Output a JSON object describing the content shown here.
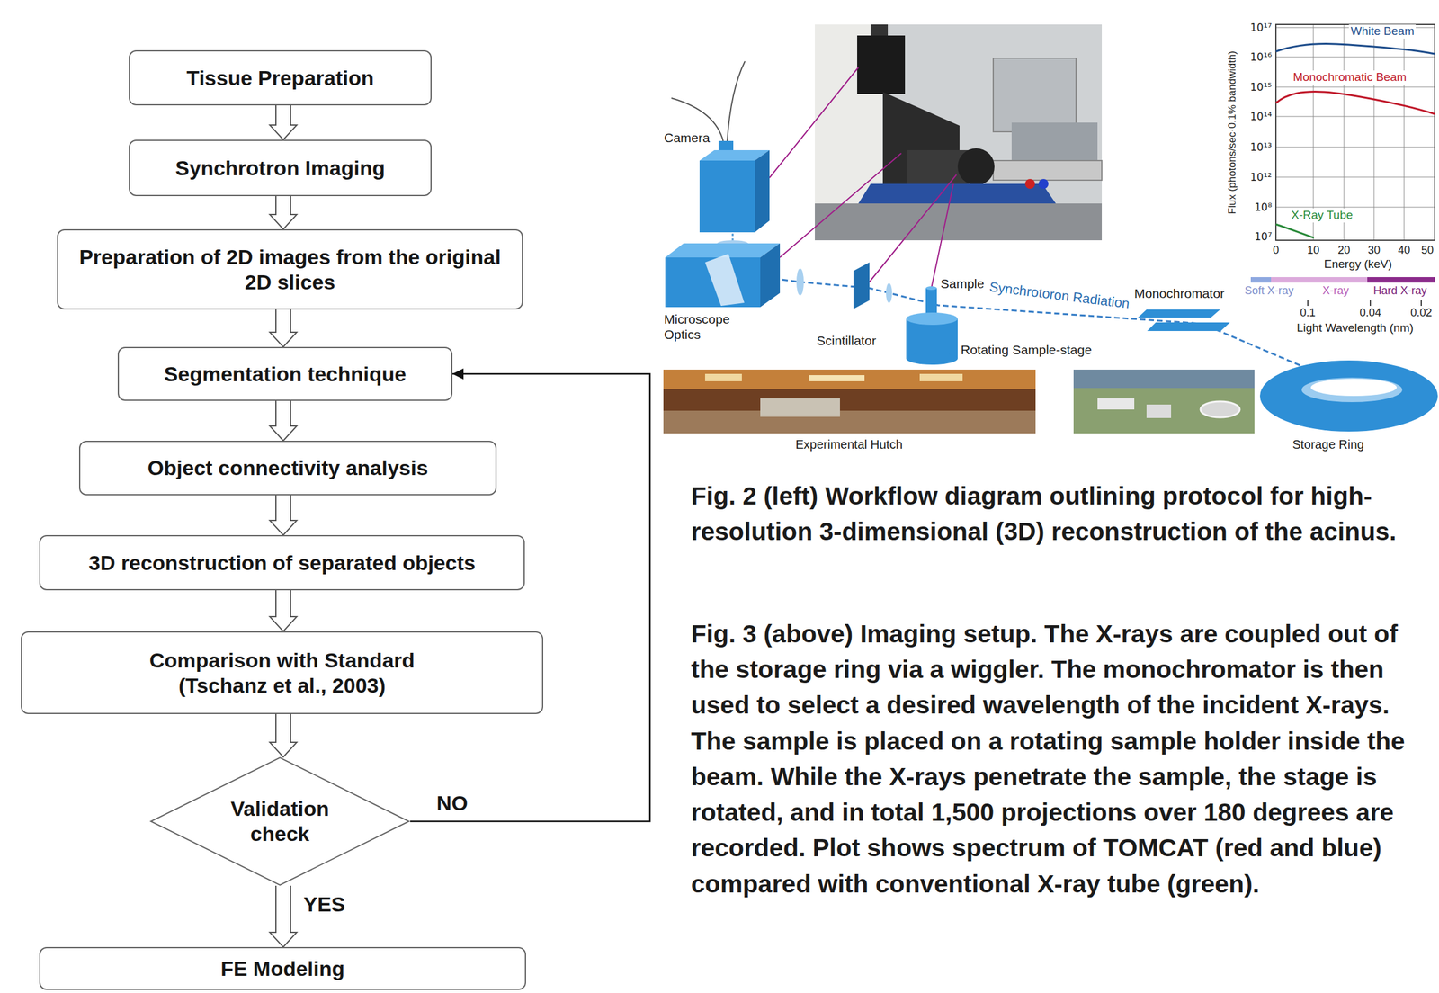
{
  "diagram": {
    "nodes": [
      {
        "text": [
          "Tissue Preparation"
        ]
      },
      {
        "text": [
          "Synchrotron Imaging"
        ]
      },
      {
        "text": [
          "Preparation of 2D images from the original 2D slices"
        ]
      },
      {
        "text": [
          "Segmentation technique"
        ]
      },
      {
        "text": [
          "Object connectivity analysis"
        ]
      },
      {
        "text": [
          "3D reconstruction of separated objects"
        ]
      },
      {
        "text": [
          "Comparison with Standard (Tschanz et al., 2003)"
        ]
      },
      {
        "text": [
          "Validation check"
        ]
      },
      {
        "text": [
          "FE Modeling"
        ]
      }
    ],
    "edges": [
      {
        "from": 0,
        "to": 1,
        "arrow": "to"
      },
      {
        "from": 1,
        "to": 2,
        "arrow": "to"
      },
      {
        "from": 2,
        "to": 3,
        "arrow": "to"
      },
      {
        "from": 3,
        "to": 4,
        "arrow": "to"
      },
      {
        "from": 4,
        "to": 5,
        "arrow": "to"
      },
      {
        "from": 5,
        "to": 6,
        "arrow": "to"
      },
      {
        "from": 6,
        "to": 7,
        "arrow": "to"
      },
      {
        "from": 7,
        "to": 8,
        "label": "YES",
        "arrow": "to"
      },
      {
        "from": 7,
        "to": 3,
        "label": "NO",
        "arrow": "to"
      }
    ],
    "labels": [
      "Camera",
      "Microscope Optics",
      "Scintillator",
      "Sample",
      "Synchrotoron Radiation",
      "Rotating Sample-stage",
      "Monochromator",
      "Experimental Hutch",
      "Storage Ring",
      "Flux (photons/sec·0.1% bandwidth)",
      "10¹⁷",
      "10¹⁶",
      "10¹⁵",
      "10¹⁴",
      "10¹³",
      "10¹²",
      "10⁸",
      "10⁷",
      "0",
      "10",
      "20",
      "30",
      "40",
      "50",
      "Energy (keV)",
      "White Beam",
      "Monochromatic Beam",
      "X-Ray Tube",
      "Soft X-ray",
      "X-ray",
      "Hard X-ray",
      "0.1",
      "0.04",
      "0.02",
      "Light Wavelength (nm)",
      "Fig. 2 (left) Workflow diagram outlining protocol for high-resolution 3-dimensional (3D) reconstruction of the acinus.",
      "Fig. 3 (above) Imaging setup. The X-rays are coupled out of the storage ring via a wiggler. The monochromator is then used to select a desired wavelength of the incident X-rays. The sample is placed on a rotating sample holder inside the beam. While the X-rays penetrate the sample, the stage is rotated, and in total 1,500 projections over 180 degrees are recorded. Plot shows spectrum of TOMCAT (red and blue) compared with conventional X-ray tube (green)."
    ]
  }
}
